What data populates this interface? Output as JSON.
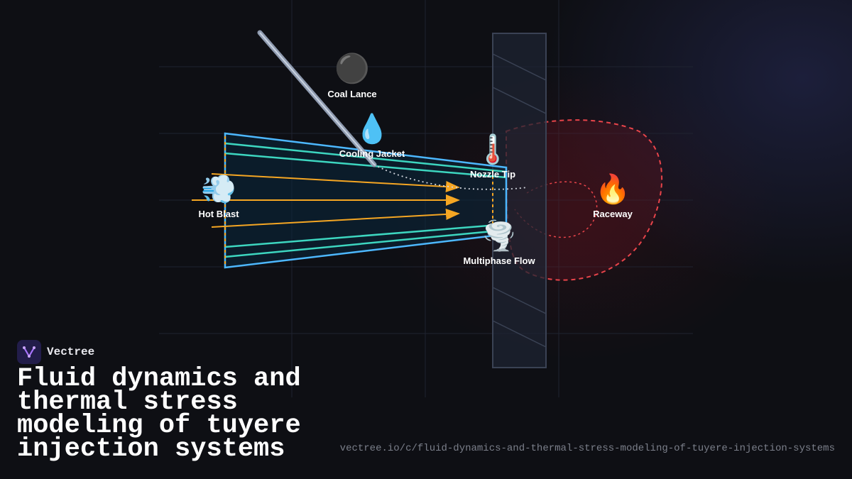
{
  "nodes": {
    "coal_lance": {
      "label": "Coal Lance",
      "icon": "⚫",
      "icon_name": "black-circle-icon"
    },
    "cooling_jacket": {
      "label": "Cooling Jacket",
      "icon": "💧",
      "icon_name": "water-drop-icon"
    },
    "nozzle_tip": {
      "label": "Nozzle Tip",
      "icon": "🌡️",
      "icon_name": "thermometer-icon"
    },
    "hot_blast": {
      "label": "Hot Blast",
      "icon": "💨",
      "icon_name": "wind-icon"
    },
    "raceway": {
      "label": "Raceway",
      "icon": "🔥",
      "icon_name": "fire-icon"
    },
    "multiphase_flow": {
      "label": "Multiphase Flow",
      "icon": "🌪️",
      "icon_name": "tornado-icon"
    }
  },
  "brand": {
    "name": "Vectree"
  },
  "title": "Fluid dynamics and thermal stress modeling of tuyere injection systems",
  "url": "vectree.io/c/fluid-dynamics-and-thermal-stress-modeling-of-tuyere-injection-systems",
  "colors": {
    "background": "#0e0f14",
    "tuyere_outline": "#4db8ff",
    "cooling_channel": "#3dd6c0",
    "hot_blast_arrow": "#f5a623",
    "raceway_boundary": "#e8444a",
    "wall": "#2a3140"
  }
}
